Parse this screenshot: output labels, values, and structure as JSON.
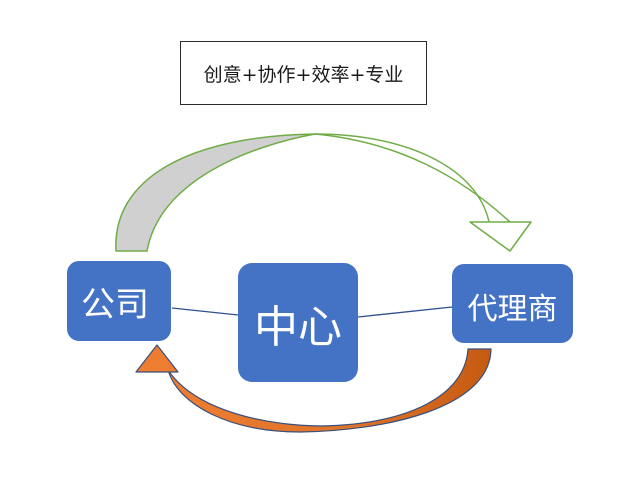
{
  "caption": "创意+协作+效率+专业",
  "nodes": {
    "left": "公司",
    "center": "中心",
    "right": "代理商"
  },
  "colors": {
    "node_fill": "#4472c4",
    "connector": "#2f4f8f",
    "top_arrow_outline": "#70ad47",
    "top_arrow_fill": "#d0d0d0",
    "bottom_arrow_fill": "#ed7d31",
    "bottom_arrow_dark": "#c55a11",
    "bottom_arrow_outline": "#3a4f7a"
  }
}
